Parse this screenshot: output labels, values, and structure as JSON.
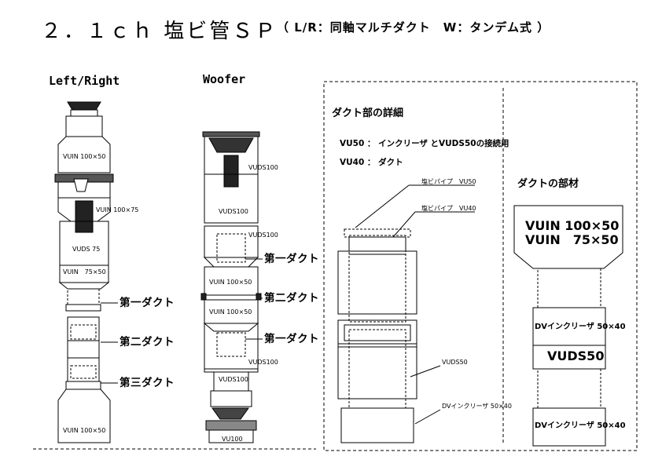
{
  "title": "２．１ｃｈ 塩ビ管ＳＰ",
  "subtitle": "（ L/R：同軸マルチダクト　W：タンデム式 ）",
  "left": {
    "heading": "Left/Right",
    "labels": [
      "VUIN 100×50",
      "VUIN 100×75",
      "VUDS 75",
      "VUIN　75×50",
      "VUIN 100×50"
    ],
    "ducts": [
      "第一ダクト",
      "第二ダクト",
      "第三ダクト"
    ]
  },
  "woofer": {
    "heading": "Woofer",
    "labels": [
      "VUDS100",
      "VUDS100",
      "VUDS100",
      "VUIN 100×50",
      "VUIN 100×50",
      "VUDS100",
      "VUDS100",
      "VU100"
    ],
    "ducts": [
      "第一ダクト",
      "第二ダクト",
      "第一ダクト"
    ]
  },
  "detail": {
    "heading": "ダクト部の詳細",
    "notes": [
      "VU50 ： インクリーザ とVUDS50の接続用",
      "VU40 ： ダクト"
    ],
    "callouts": [
      "塩ビパイプ　VU50",
      "塩ビパイプ　VU40",
      "VUDS50",
      "DVインクリーザ 50×40"
    ]
  },
  "parts": {
    "heading": "ダクトの部材",
    "big1": "VUIN 100×50",
    "big2": "VUIN　75×50",
    "mid1": "DVインクリーザ 50×40",
    "big3": "VUDS50",
    "mid2": "DVインクリーザ 50×40"
  }
}
